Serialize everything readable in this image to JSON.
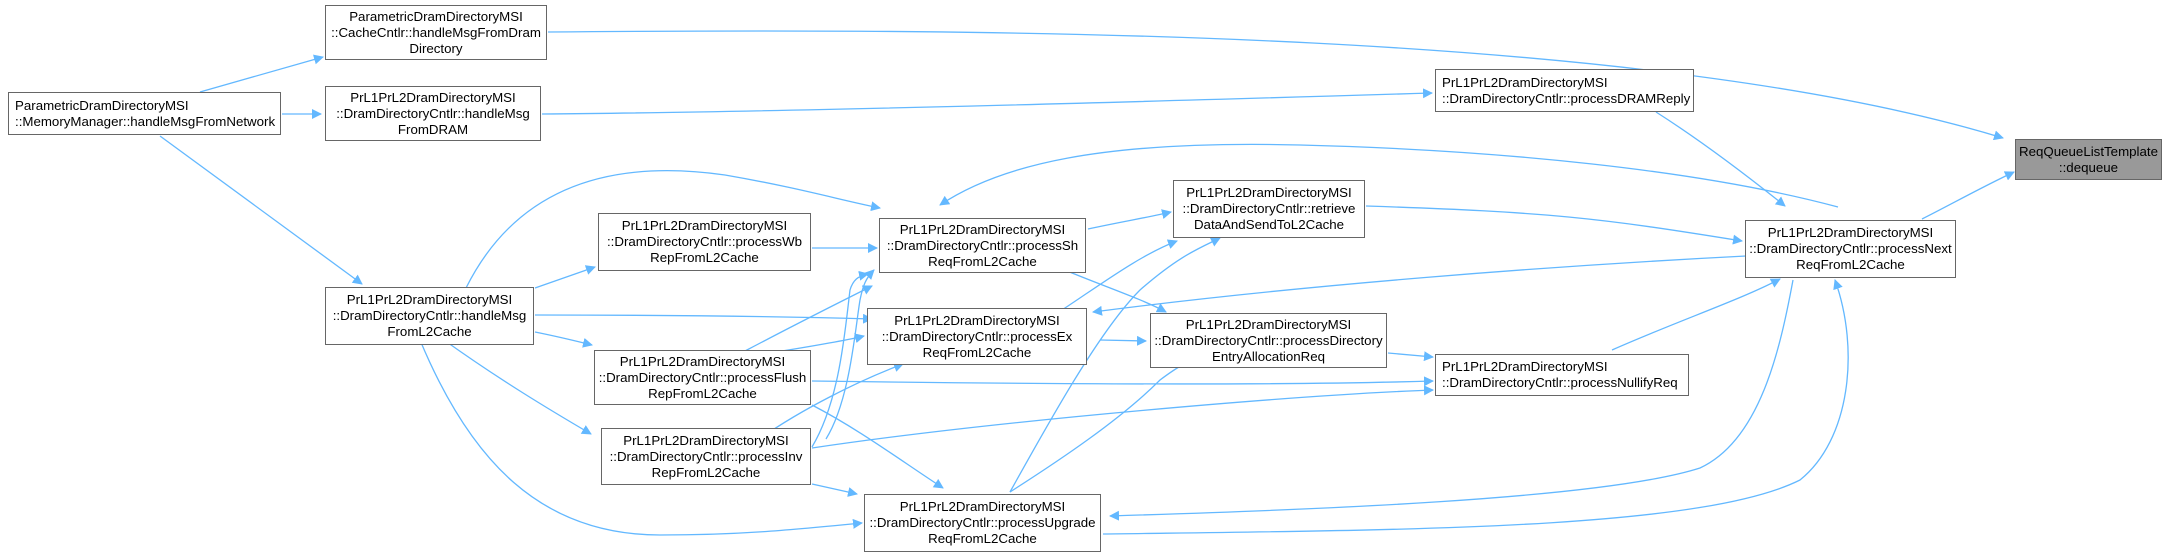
{
  "diagram": {
    "nodes": [
      {
        "id": "dequeue",
        "lines": [
          "ReqQueueListTemplate",
          "::dequeue"
        ],
        "align": "center",
        "current": true
      },
      {
        "id": "cache_handle",
        "lines": [
          "ParametricDramDirectoryMSI",
          "::CacheCntlr::handleMsgFromDram",
          "Directory"
        ],
        "align": "center"
      },
      {
        "id": "mm_handle",
        "lines": [
          "ParametricDramDirectoryMSI",
          "::MemoryManager::handleMsgFromNetwork"
        ],
        "align": "left"
      },
      {
        "id": "handle_dram",
        "lines": [
          "PrL1PrL2DramDirectoryMSI",
          "::DramDirectoryCntlr::handleMsg",
          "FromDRAM"
        ],
        "align": "center"
      },
      {
        "id": "process_dram_reply",
        "lines": [
          "PrL1PrL2DramDirectoryMSI",
          "::DramDirectoryCntlr::processDRAMReply"
        ],
        "align": "left"
      },
      {
        "id": "process_next",
        "lines": [
          "PrL1PrL2DramDirectoryMSI",
          "::DramDirectoryCntlr::processNext",
          "ReqFromL2Cache"
        ],
        "align": "center"
      },
      {
        "id": "retrieve",
        "lines": [
          "PrL1PrL2DramDirectoryMSI",
          "::DramDirectoryCntlr::retrieve",
          "DataAndSendToL2Cache"
        ],
        "align": "center"
      },
      {
        "id": "process_sh",
        "lines": [
          "PrL1PrL2DramDirectoryMSI",
          "::DramDirectoryCntlr::processSh",
          "ReqFromL2Cache"
        ],
        "align": "center"
      },
      {
        "id": "process_wb",
        "lines": [
          "PrL1PrL2DramDirectoryMSI",
          "::DramDirectoryCntlr::processWb",
          "RepFromL2Cache"
        ],
        "align": "center"
      },
      {
        "id": "handle_l2",
        "lines": [
          "PrL1PrL2DramDirectoryMSI",
          "::DramDirectoryCntlr::handleMsg",
          "FromL2Cache"
        ],
        "align": "center"
      },
      {
        "id": "process_ex",
        "lines": [
          "PrL1PrL2DramDirectoryMSI",
          "::DramDirectoryCntlr::processEx",
          "ReqFromL2Cache"
        ],
        "align": "center"
      },
      {
        "id": "process_dir_alloc",
        "lines": [
          "PrL1PrL2DramDirectoryMSI",
          "::DramDirectoryCntlr::processDirectory",
          "EntryAllocationReq"
        ],
        "align": "center"
      },
      {
        "id": "process_nullify",
        "lines": [
          "PrL1PrL2DramDirectoryMSI",
          "::DramDirectoryCntlr::processNullifyReq"
        ],
        "align": "left"
      },
      {
        "id": "process_flush",
        "lines": [
          "PrL1PrL2DramDirectoryMSI",
          "::DramDirectoryCntlr::processFlush",
          "RepFromL2Cache"
        ],
        "align": "center"
      },
      {
        "id": "process_inv",
        "lines": [
          "PrL1PrL2DramDirectoryMSI",
          "::DramDirectoryCntlr::processInv",
          "RepFromL2Cache"
        ],
        "align": "center"
      },
      {
        "id": "process_upgrade",
        "lines": [
          "PrL1PrL2DramDirectoryMSI",
          "::DramDirectoryCntlr::processUpgrade",
          "ReqFromL2Cache"
        ],
        "align": "center"
      }
    ],
    "edge_color": "#63b8ff",
    "node_border_color": "#666666",
    "current_node_fill": "#999999"
  }
}
